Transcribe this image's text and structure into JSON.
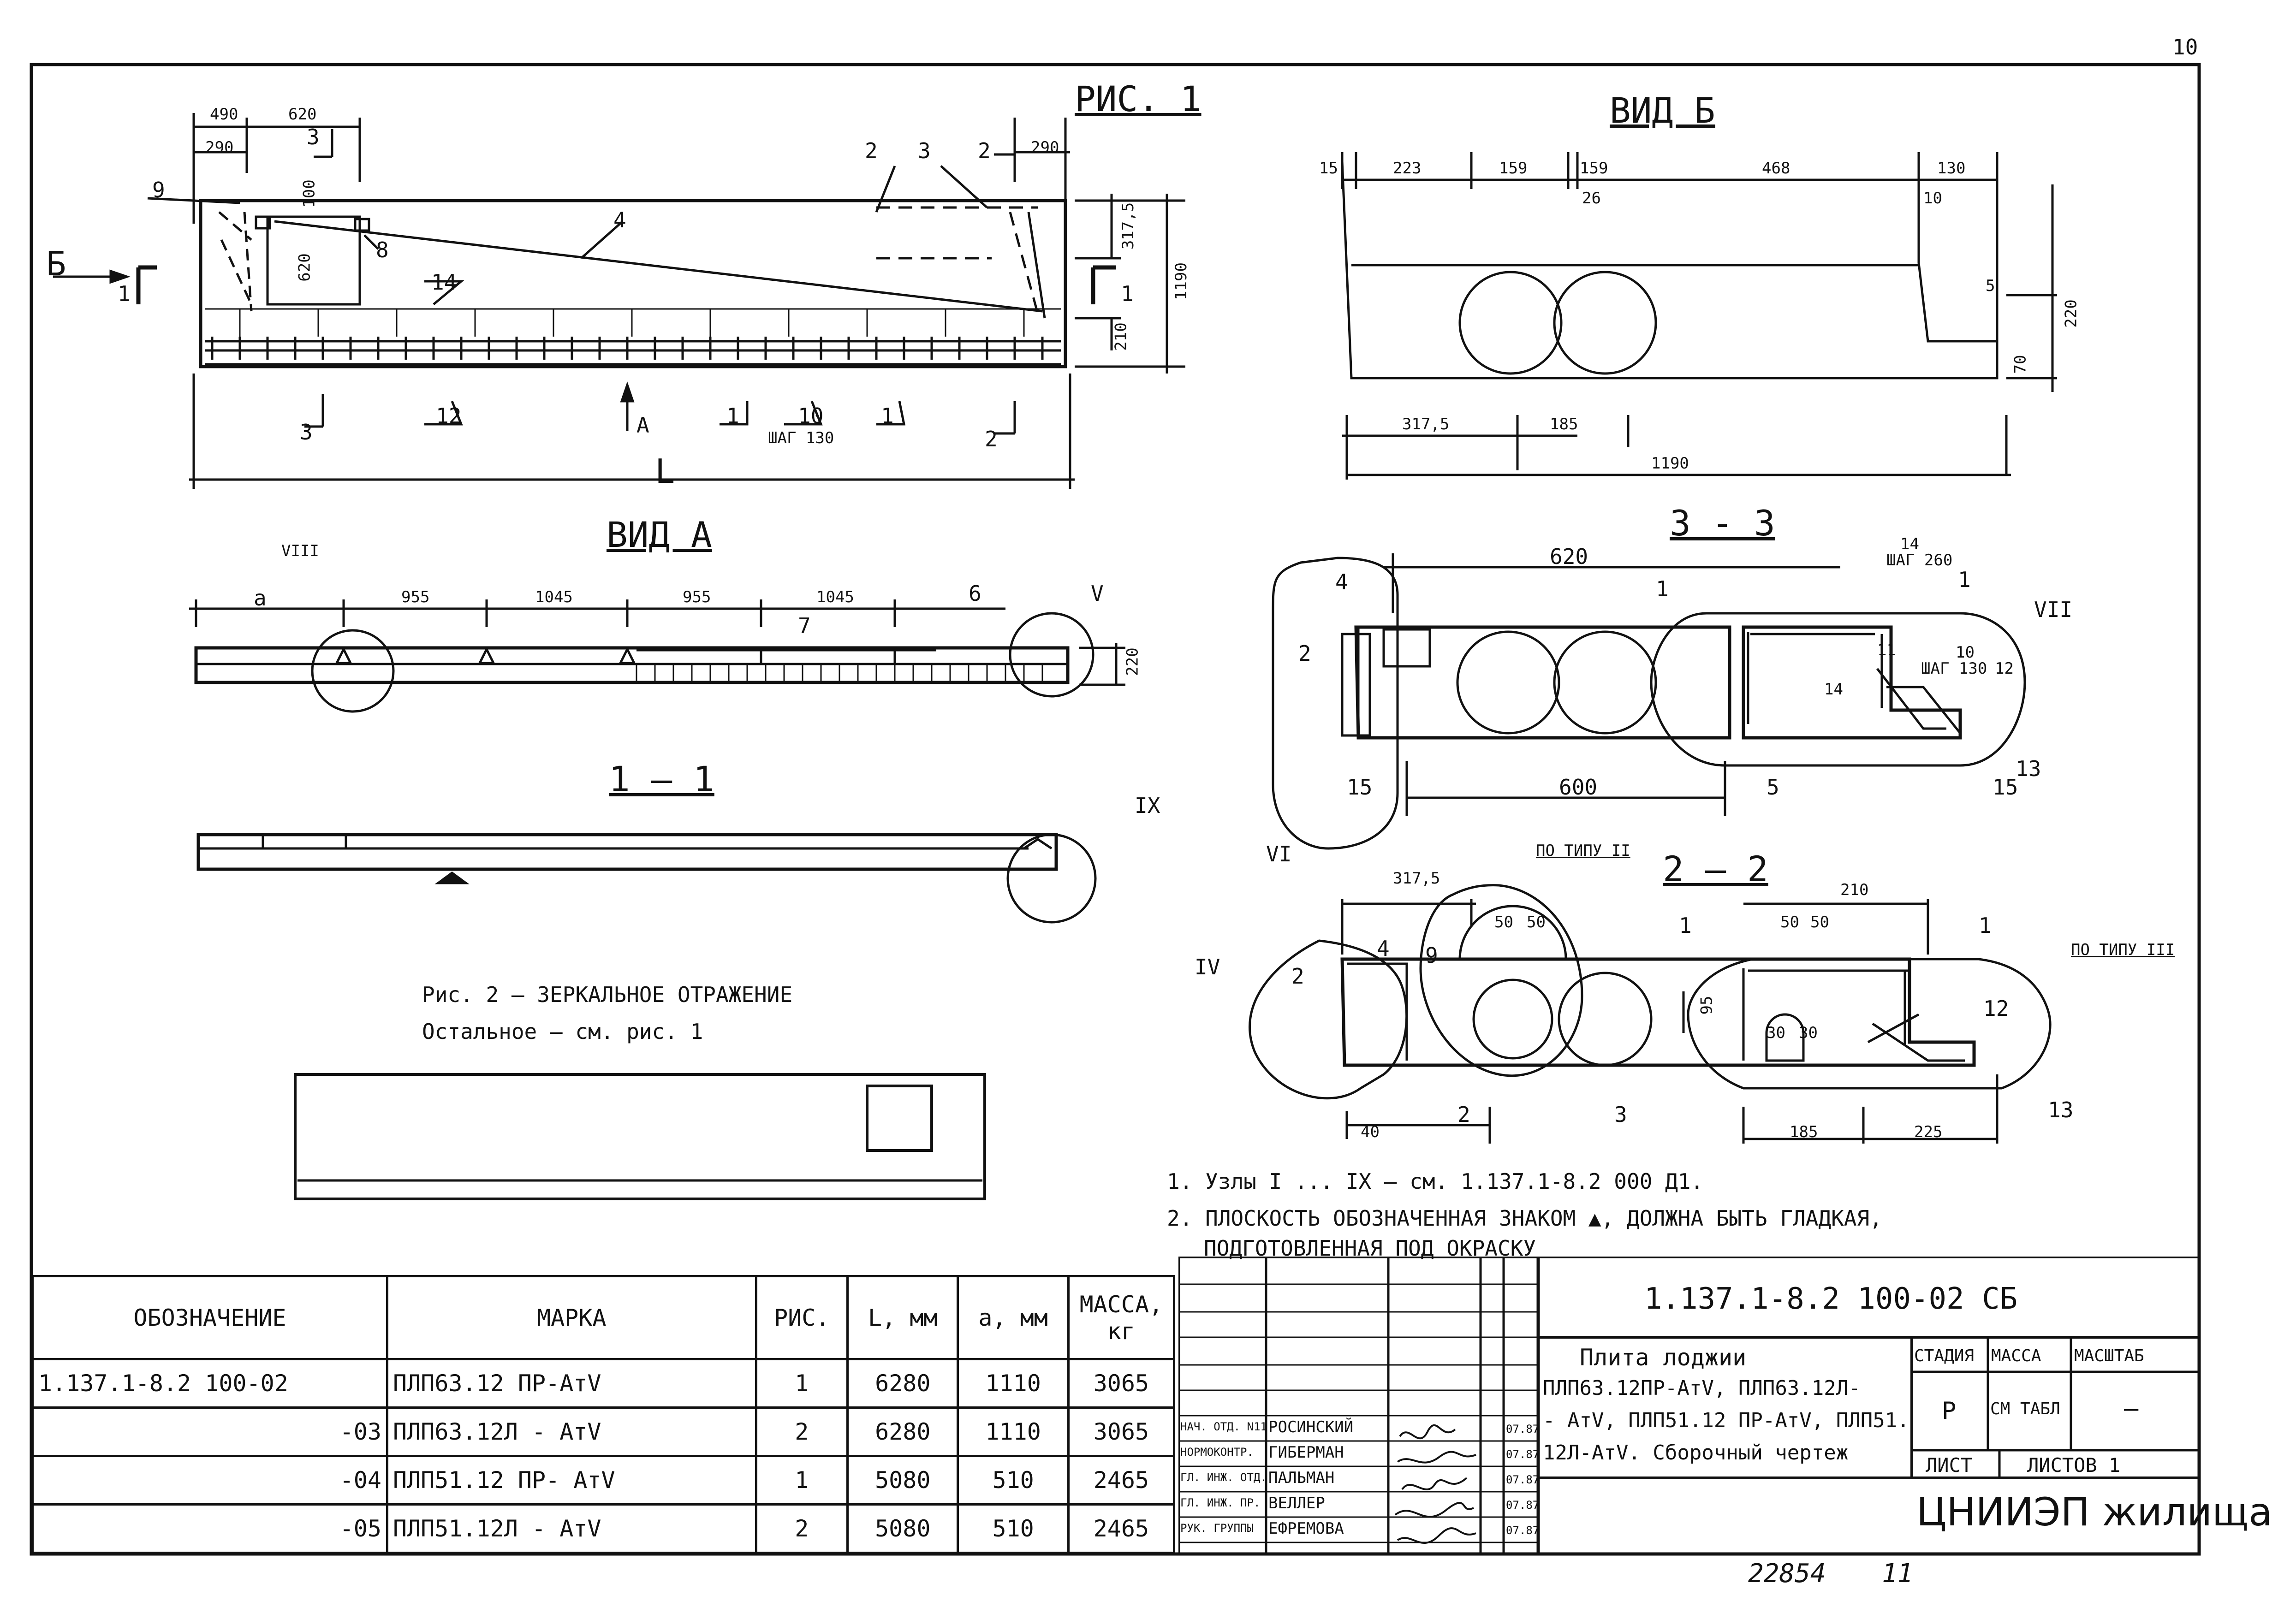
{
  "page_number": "10",
  "fig1": {
    "title": "РИС. 1",
    "dims_top": [
      "490",
      "620",
      "290",
      "290"
    ],
    "dim_100": "100",
    "dim_620": "620",
    "dim_3175": "317,5",
    "dim_1190": "1190",
    "dim_210": "210",
    "dim_L": "L",
    "callouts": [
      "2",
      "3",
      "2",
      "9",
      "4",
      "8",
      "14",
      "12",
      "1",
      "10",
      "1",
      "3",
      "3",
      "2",
      "2",
      "1",
      "1"
    ],
    "step": "ШАГ 130",
    "arrow_b": "Б",
    "arrow_a": "А"
  },
  "view_b": {
    "title": "ВИД Б",
    "dims": [
      "15",
      "223",
      "159",
      "159",
      "468",
      "130",
      "26",
      "10",
      "5",
      "220",
      "70",
      "317,5",
      "185",
      "1190"
    ]
  },
  "view_a": {
    "title": "ВИД А",
    "dims": [
      "a",
      "955",
      "1045",
      "955",
      "1045",
      "220"
    ],
    "callouts": [
      "VIII",
      "7",
      "6",
      "V"
    ]
  },
  "sec11": {
    "title": "1 — 1",
    "callout": "IX"
  },
  "sec33": {
    "title": "3 - 3",
    "dims": [
      "620",
      "600"
    ],
    "callouts": [
      "4",
      "1",
      "2",
      "15",
      "14",
      "ШАГ 260",
      "1",
      "VII",
      "11",
      "10",
      "ШАГ 130",
      "12",
      "14",
      "5",
      "15",
      "13",
      "VI"
    ]
  },
  "sec22": {
    "title": "2 — 2",
    "dims": [
      "317,5",
      "50",
      "50",
      "210",
      "50",
      "50",
      "95",
      "30",
      "30",
      "40",
      "185",
      "225"
    ],
    "callouts": [
      "ПО ТИПУ II",
      "IV",
      "4",
      "9",
      "2",
      "1",
      "1",
      "ПО ТИПУ III",
      "12",
      "2",
      "3",
      "13"
    ]
  },
  "fig2": {
    "line1": "Рис. 2 — ЗЕРКАЛЬНОЕ ОТРАЖЕНИЕ",
    "line2": "Остальное — см. рис. 1"
  },
  "notes": [
    "1. Узлы I ... IX — см. 1.137.1-8.2 000 Д1.",
    "2. ПЛОСКОСТЬ ОБОЗНАЧЕННАЯ ЗНАКОМ ▲, ДОЛЖНА БЫТЬ ГЛАДКАЯ,",
    "ПОДГОТОВЛЕННАЯ ПОД ОКРАСКУ"
  ],
  "spec_table": {
    "headers": [
      "ОБОЗНАЧЕНИЕ",
      "МАРКА",
      "РИС.",
      "L, мм",
      "a, мм",
      "МАССА, кг"
    ],
    "rows": [
      [
        "1.137.1-8.2 100-02",
        "ПЛП63.12 ПР-АтV",
        "1",
        "6280",
        "1110",
        "3065"
      ],
      [
        "-03",
        "ПЛП63.12Л - АтV",
        "2",
        "6280",
        "1110",
        "3065"
      ],
      [
        "-04",
        "ПЛП51.12 ПР- АтV",
        "1",
        "5080",
        "510",
        "2465"
      ],
      [
        "-05",
        "ПЛП51.12Л - АтV",
        "2",
        "5080",
        "510",
        "2465"
      ]
    ]
  },
  "stamp": {
    "code": "1.137.1-8.2 100-02 СБ",
    "name_lines": [
      "Плита лоджии",
      "ПЛП63.12ПР-АтV, ПЛП63.12Л-",
      "- АтV, ПЛП51.12 ПР-АтV, ПЛП51.",
      "12Л-АтV. Сборочный чертеж"
    ],
    "stage_h": "СТАДИЯ",
    "mass_h": "МАССА",
    "scale_h": "МАСШТАБ",
    "stage": "Р",
    "mass": "СМ ТАБЛ",
    "scale": "—",
    "sheet": "ЛИСТ",
    "sheets": "ЛИСТОВ 1",
    "org": "ЦНИИЭП жилища",
    "people": [
      {
        "role": "НАЧ. ОТД. N11",
        "name": "РОСИНСКИЙ",
        "date": "07.87"
      },
      {
        "role": "НОРМОКОНТР.",
        "name": "ГИБЕРМАН",
        "date": "07.87"
      },
      {
        "role": "ГЛ. ИНЖ. ОТД.",
        "name": "ПАЛЬМАН",
        "date": "07.87"
      },
      {
        "role": "ГЛ. ИНЖ. ПР.",
        "name": "ВЕЛЛЕР",
        "date": "07.87"
      },
      {
        "role": "РУК. ГРУППЫ",
        "name": "ЕФРЕМОВА",
        "date": "07.87"
      }
    ]
  },
  "footer": {
    "inv": "22854",
    "num": "11"
  }
}
